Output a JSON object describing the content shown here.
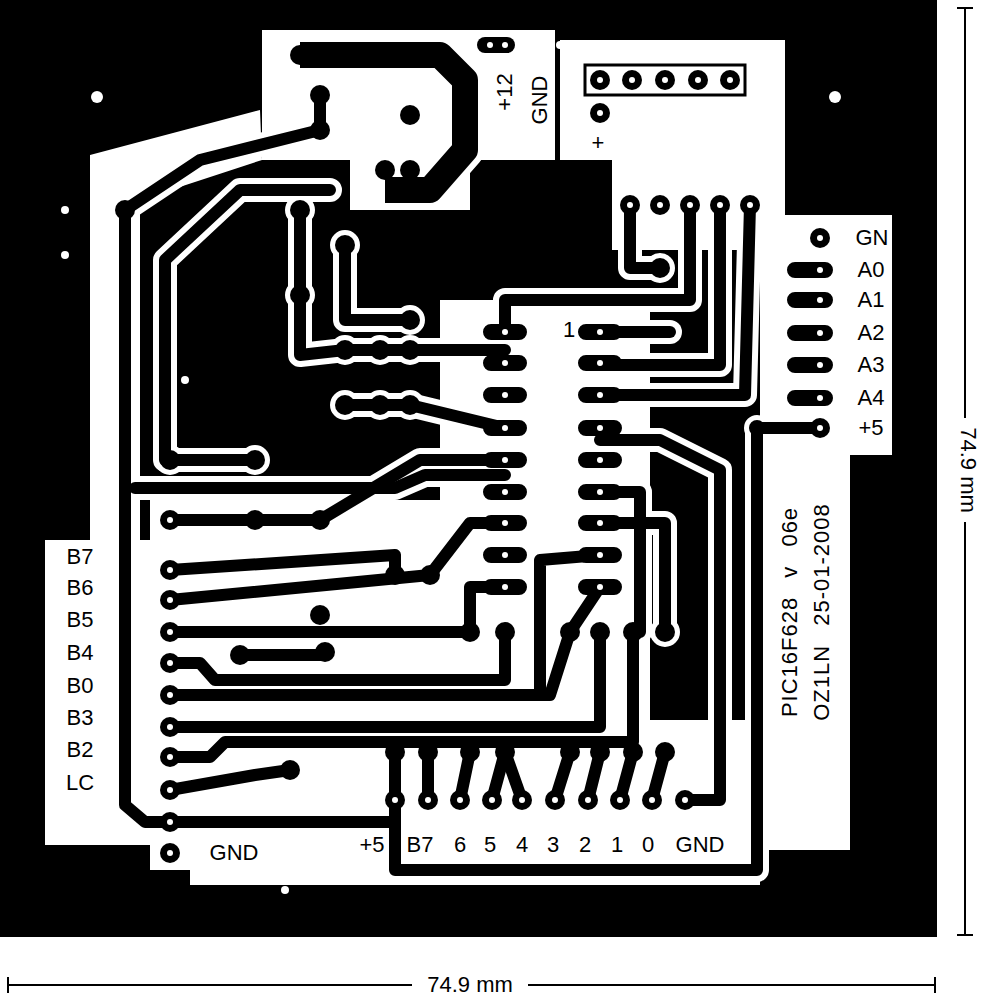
{
  "diagram": {
    "labels": [
      "+12",
      "GND",
      "+",
      "GN",
      "A0",
      "A1",
      "A2",
      "A3",
      "A4",
      "+5",
      "1",
      "PIC16F628 v 06e",
      "OZ1LN 25-01-2008",
      "B7",
      "B6",
      "B5",
      "B4",
      "B0",
      "B3",
      "B2",
      "LC",
      "GND",
      "+5",
      "B7",
      "6",
      "5",
      "4",
      "3",
      "2",
      "1",
      "0",
      "GND",
      "74.9 mm",
      "74.9 mm"
    ]
  }
}
